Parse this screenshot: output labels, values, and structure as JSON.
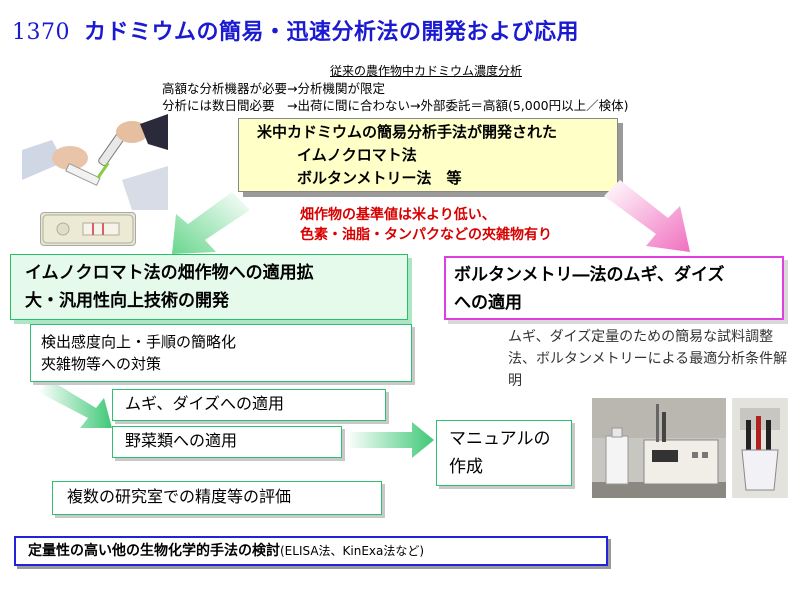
{
  "title": {
    "number": "1370",
    "text": "カドミウムの簡易・迅速分析法の開発および応用"
  },
  "conventional": {
    "heading": "従来の農作物中カドミウム濃度分析",
    "lines": [
      "高額な分析機器が必要→分析機関が限定",
      "分析には数日間必要　→出荷に間に合わない→外部委託＝高額(5,000円以上／検体)"
    ]
  },
  "developed": {
    "line1": "米中カドミウムの簡易分析手法が開発された",
    "line2": "イムノクロマト法",
    "line3": "ボルタンメトリー法　等"
  },
  "note": {
    "line1": "畑作物の基準値は米より低い、",
    "line2": "色素・油脂・タンパクなどの夾雑物有り"
  },
  "immuno": {
    "line1": "イムノクロマト法の畑作物への適用拡",
    "line2": "大・汎用性向上技術の開発"
  },
  "volt": {
    "line1": "ボルタンメトリ―法のムギ、ダイズ",
    "line2": "への適用"
  },
  "volt_desc": "ムギ、ダイズ定量のための簡易な試料調整法、ボルタンメトリーによる最適分析条件解明",
  "detect": {
    "line1": "検出感度向上・手順の簡略化",
    "line2": "夾雑物等への対策"
  },
  "wheat": "ムギ、ダイズへの適用",
  "vegetables": "野菜類への適用",
  "manual": {
    "line1": "マニュアルの",
    "line2": "作成"
  },
  "evaluation": "複数の研究室での精度等の評価",
  "bottom": {
    "main": "定量性の高い他の生物化学的手法の検討",
    "sub": "(ELISA法、KinExa法など)"
  },
  "colors": {
    "title": "#1a1ad0",
    "note": "#d80000",
    "green_border": "#26c06a",
    "pink_border": "#e040e0",
    "blue_border": "#2222dd",
    "yellow_bg": "#ffffc8"
  },
  "icons": {
    "photo1": "test-kit-photo-image",
    "photo2": "test-strip-image",
    "photo3": "lab-instrument-image"
  }
}
